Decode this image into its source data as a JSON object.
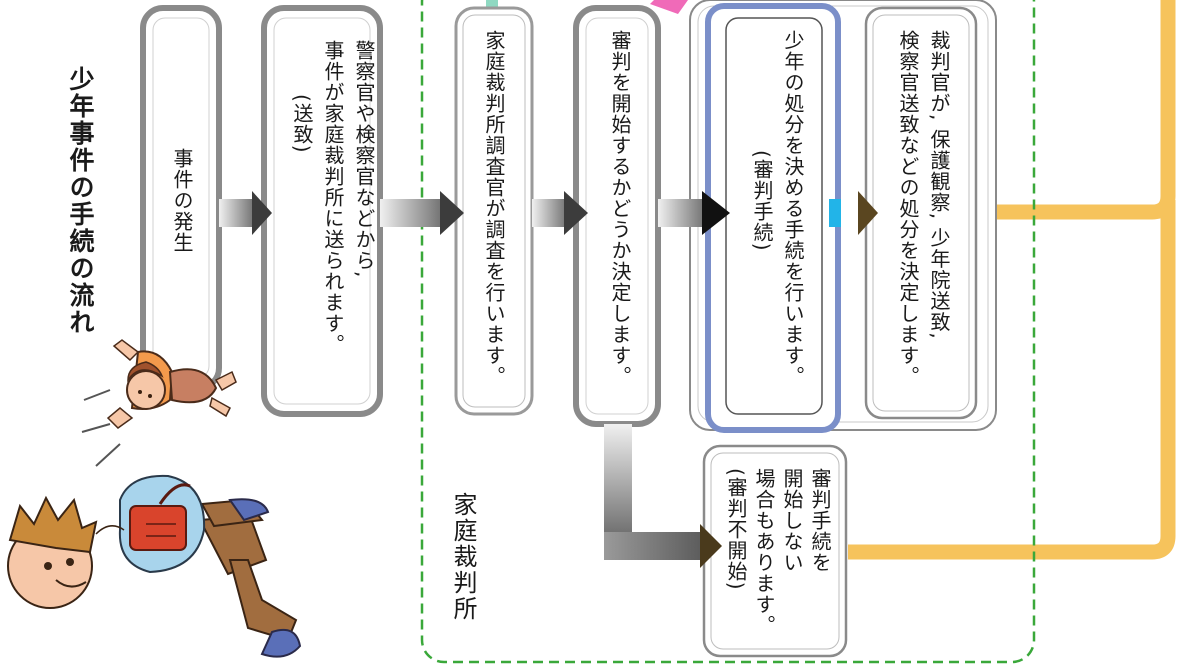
{
  "title": "少年事件の手続の流れ",
  "court_label": "家庭裁判所",
  "steps": {
    "incident": "事件の発生",
    "referral": [
      "警察官や検察官などから,",
      "事件が家庭裁判所に送られます。",
      "(送致)"
    ],
    "investigation": "家庭裁判所調査官が調査を行います。",
    "decision_to_start": "審判を開始するかどうか決定します。",
    "hearing": [
      "少年の処分を決める手続を行います。",
      "(審判手続)"
    ],
    "disposition": [
      "裁判官が, 保護観察, 少年院送致,",
      "検察官送致などの処分を決定します。"
    ],
    "no_hearing": [
      "審判手続を",
      "開始しない",
      "場合もあります。",
      "(審判不開始)"
    ]
  },
  "colors": {
    "court_border": "#3aa83a",
    "flow_line": "#f6c35c",
    "hearing_border": "#7b8fc9",
    "gray_box": "#8a8a8a",
    "accent_teal": "#8fd9c2",
    "accent_pink": "#f06ab8",
    "accent_cyan": "#22b4e8"
  }
}
